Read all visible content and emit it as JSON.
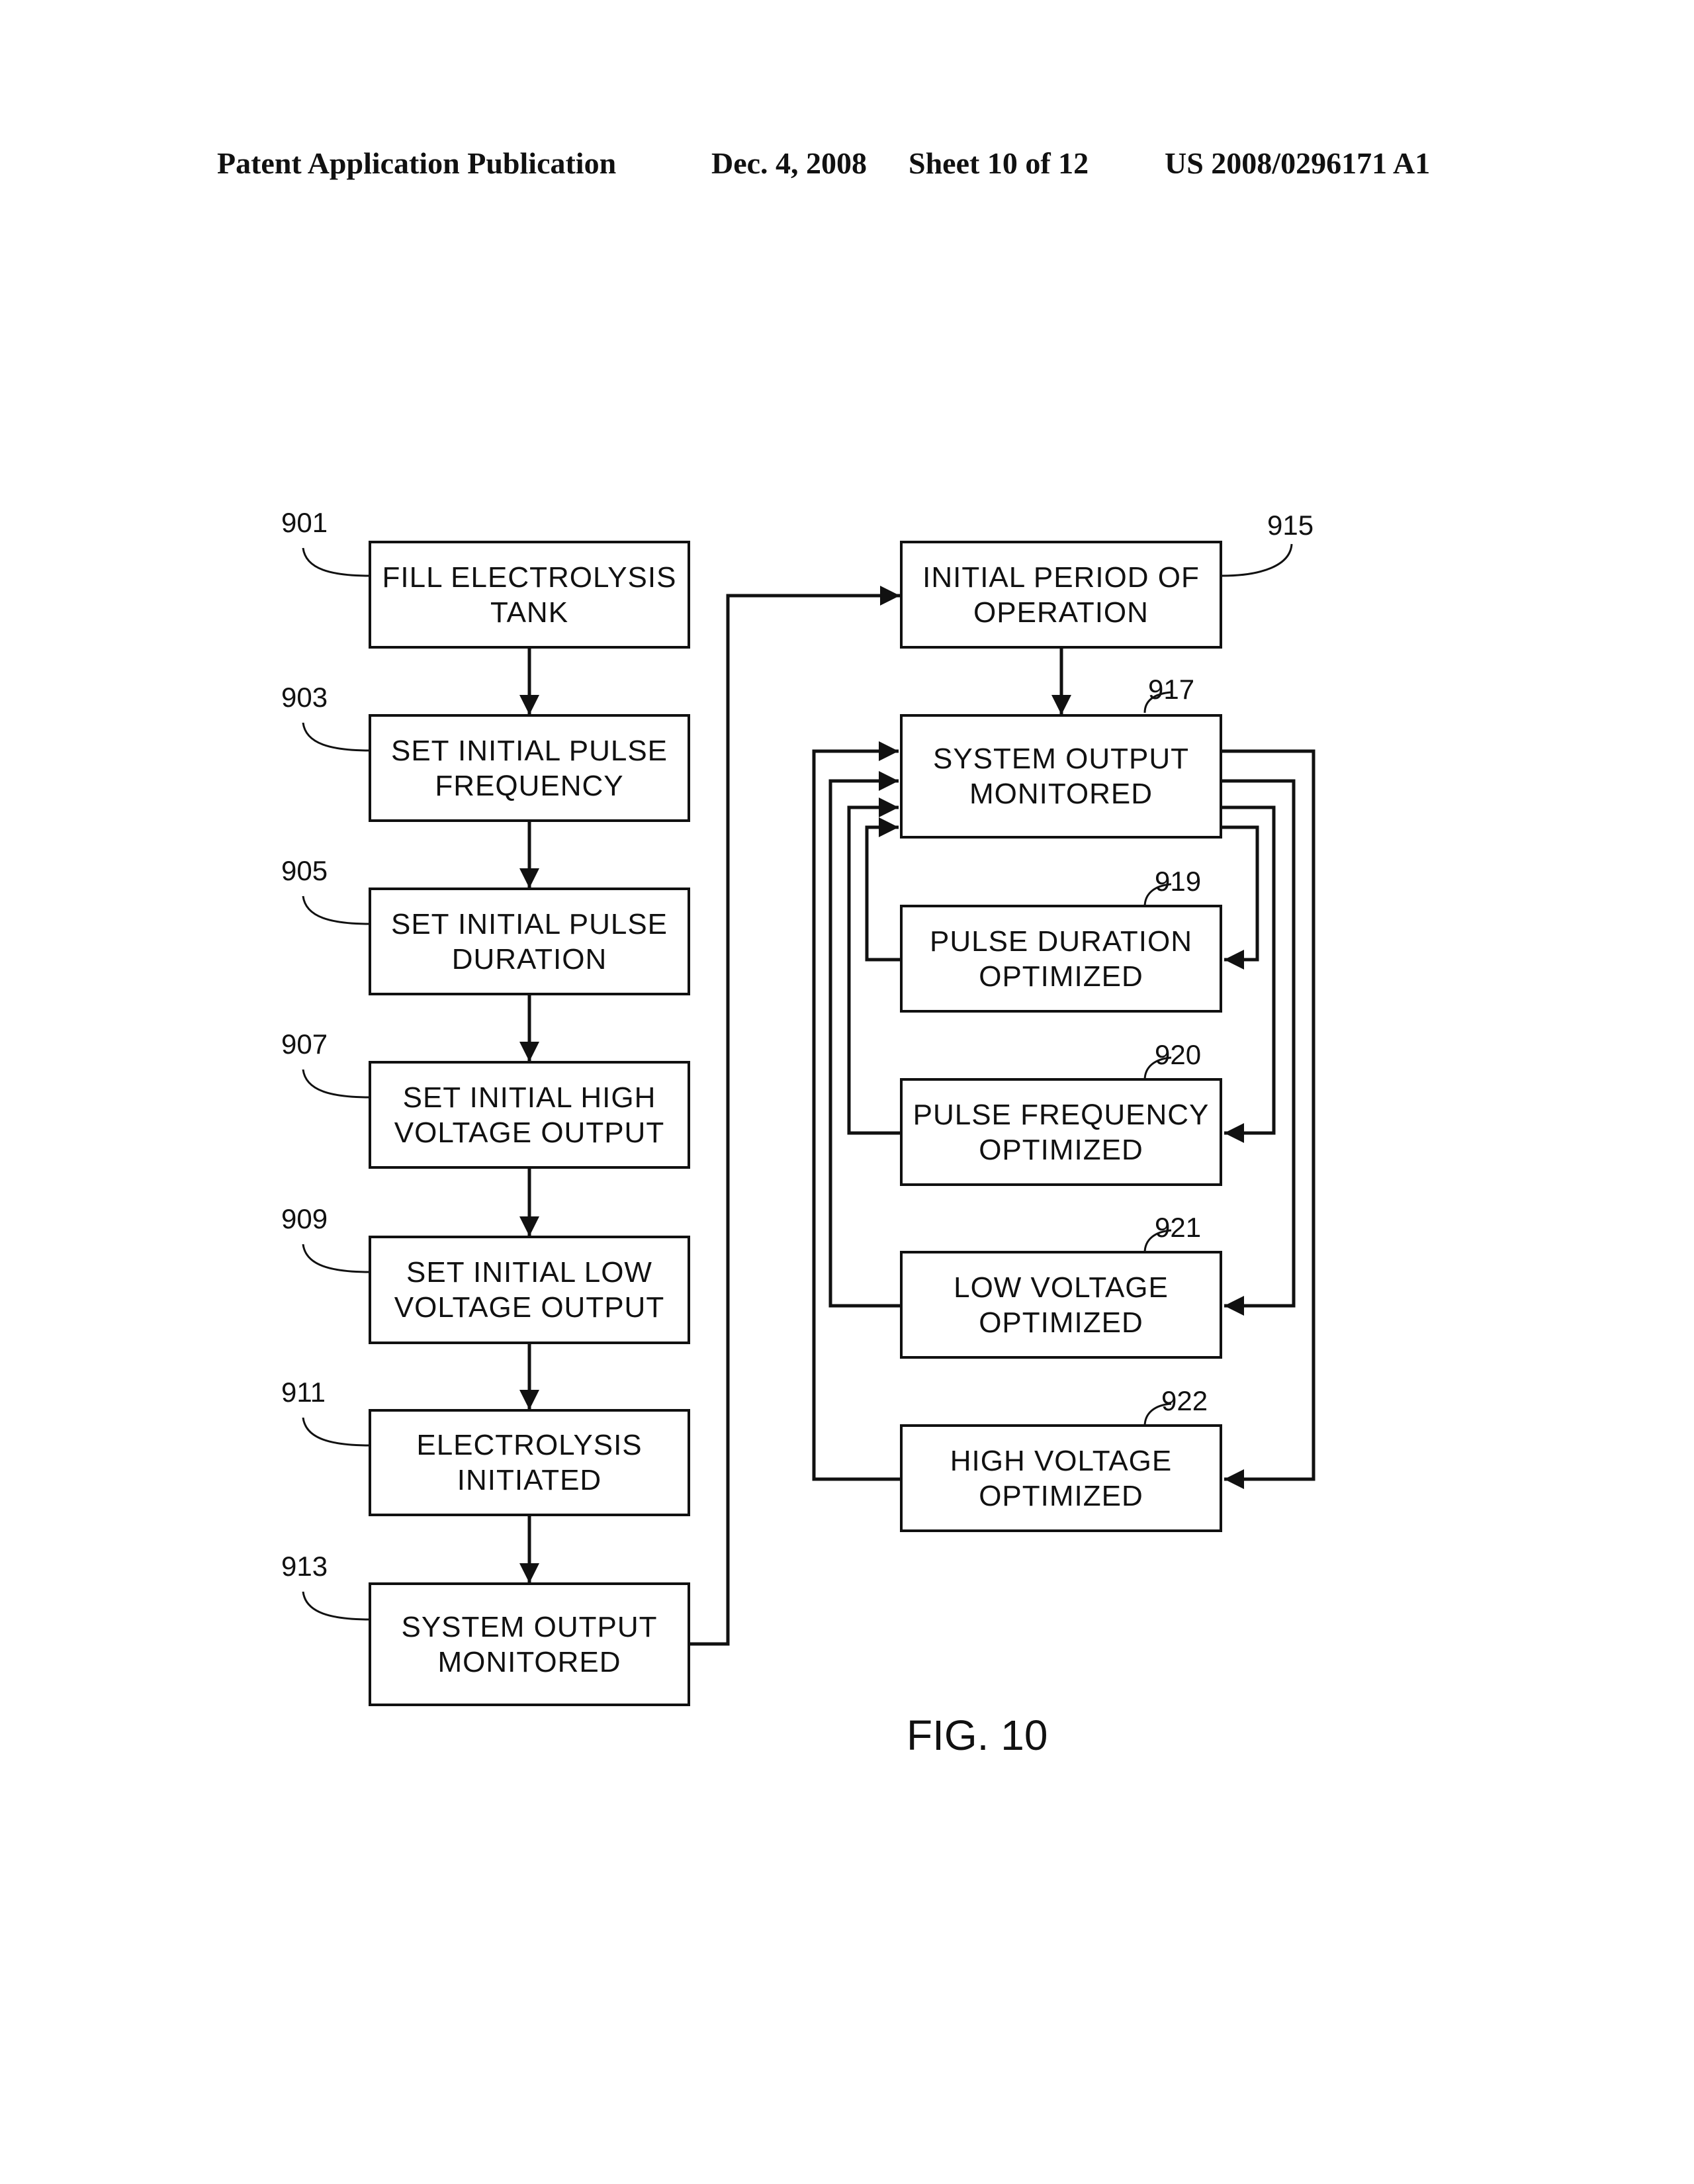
{
  "header": {
    "publication": "Patent Application Publication",
    "date": "Dec. 4, 2008",
    "sheet": "Sheet 10 of 12",
    "number": "US 2008/0296171 A1"
  },
  "steps": [
    {
      "ref": "901",
      "line1": "FILL ELECTROLYSIS",
      "line2": "TANK"
    },
    {
      "ref": "903",
      "line1": "SET INITIAL PULSE",
      "line2": "FREQUENCY"
    },
    {
      "ref": "905",
      "line1": "SET INITIAL PULSE",
      "line2": "DURATION"
    },
    {
      "ref": "907",
      "line1": "SET INITIAL HIGH",
      "line2": "VOLTAGE OUTPUT"
    },
    {
      "ref": "909",
      "line1": "SET INITIAL LOW",
      "line2": "VOLTAGE OUTPUT"
    },
    {
      "ref": "911",
      "line1": "ELECTROLYSIS",
      "line2": "INITIATED"
    },
    {
      "ref": "913",
      "line1": "SYSTEM OUTPUT",
      "line2": "MONITORED"
    },
    {
      "ref": "915",
      "line1": "INITIAL PERIOD OF",
      "line2": "OPERATION"
    },
    {
      "ref": "917",
      "line1": "SYSTEM OUTPUT",
      "line2": "MONITORED"
    },
    {
      "ref": "919",
      "line1": "PULSE DURATION",
      "line2": "OPTIMIZED"
    },
    {
      "ref": "920",
      "line1": "PULSE FREQUENCY",
      "line2": "OPTIMIZED"
    },
    {
      "ref": "921",
      "line1": "LOW VOLTAGE",
      "line2": "OPTIMIZED"
    },
    {
      "ref": "922",
      "line1": "HIGH VOLTAGE",
      "line2": "OPTIMIZED"
    }
  ],
  "figure_label": "FIG. 10"
}
